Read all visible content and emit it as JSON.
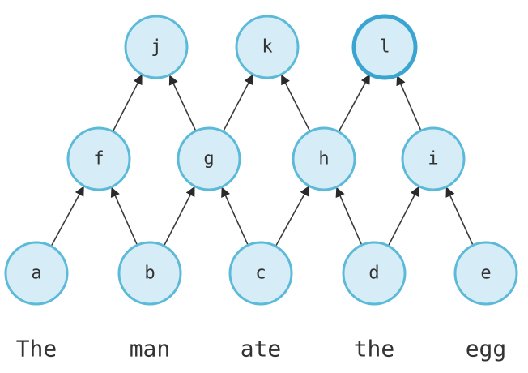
{
  "nodes": [
    {
      "id": "a",
      "label": "a"
    },
    {
      "id": "b",
      "label": "b"
    },
    {
      "id": "c",
      "label": "c"
    },
    {
      "id": "d",
      "label": "d"
    },
    {
      "id": "e",
      "label": "e"
    },
    {
      "id": "f",
      "label": "f"
    },
    {
      "id": "g",
      "label": "g"
    },
    {
      "id": "h",
      "label": "h"
    },
    {
      "id": "i",
      "label": "i"
    },
    {
      "id": "j",
      "label": "j"
    },
    {
      "id": "k",
      "label": "k"
    },
    {
      "id": "l",
      "label": "l",
      "emphasized": true
    }
  ],
  "edges": [
    {
      "from": "a",
      "to": "f"
    },
    {
      "from": "b",
      "to": "f"
    },
    {
      "from": "b",
      "to": "g"
    },
    {
      "from": "c",
      "to": "g"
    },
    {
      "from": "c",
      "to": "h"
    },
    {
      "from": "d",
      "to": "h"
    },
    {
      "from": "d",
      "to": "i"
    },
    {
      "from": "e",
      "to": "i"
    },
    {
      "from": "f",
      "to": "j"
    },
    {
      "from": "g",
      "to": "j"
    },
    {
      "from": "g",
      "to": "k"
    },
    {
      "from": "h",
      "to": "k"
    },
    {
      "from": "h",
      "to": "l"
    },
    {
      "from": "i",
      "to": "l"
    }
  ],
  "words": [
    "The",
    "man",
    "ate",
    "the",
    "egg"
  ],
  "colors": {
    "node_fill": "#d6ecf7",
    "node_stroke": "#5cbad9",
    "arrow": "#3a3a3a"
  }
}
